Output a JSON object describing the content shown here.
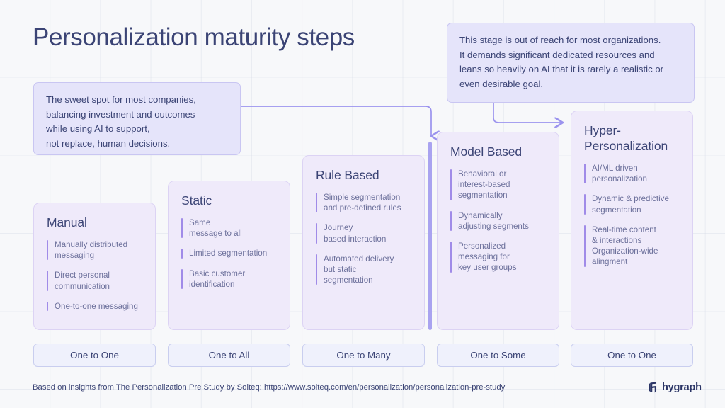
{
  "page": {
    "title": "Personalization maturity steps",
    "background_color": "#F7F8FA",
    "accent_color": "#A08BE8",
    "text_color": "#3B4475"
  },
  "callouts": {
    "left": {
      "text": "The sweet spot for most companies,\nbalancing investment and outcomes\nwhile using AI to support,\nnot replace, human decisions."
    },
    "right": {
      "text": "This stage is out of reach for most organizations.\nIt demands significant dedicated resources and\nleans so heavily on AI that it is rarely a realistic or\neven desirable goal."
    }
  },
  "stages": [
    {
      "title": "Manual",
      "bullets": [
        "Manually distributed\nmessaging",
        "Direct personal\ncommunication",
        "One-to-one messaging"
      ],
      "label": "One to One"
    },
    {
      "title": "Static",
      "bullets": [
        "Same\nmessage to all",
        "Limited segmentation",
        "Basic customer\nidentification"
      ],
      "label": "One to All"
    },
    {
      "title": "Rule Based",
      "bullets": [
        "Simple segmentation\nand pre-defined rules",
        "Journey\nbased interaction",
        "Automated delivery\nbut static\nsegmentation"
      ],
      "label": "One to Many"
    },
    {
      "title": "Model Based",
      "bullets": [
        "Behavioral or\ninterest-based\nsegmentation",
        "Dynamically\nadjusting segments",
        "Personalized\nmessaging for\nkey user groups"
      ],
      "label": "One to Some"
    },
    {
      "title": "Hyper-\nPersonalization",
      "bullets": [
        "AI/ML driven\npersonalization",
        "Dynamic & predictive\nsegmentation",
        "Real-time content\n& interactions\nOrganization-wide\nalingment"
      ],
      "label": "One to One"
    }
  ],
  "footer": {
    "credit": "Based on insights from The Personalization Pre Study by Solteq: https://www.solteq.com/en/personalization/personalization-pre-study",
    "brand": "hygraph"
  }
}
